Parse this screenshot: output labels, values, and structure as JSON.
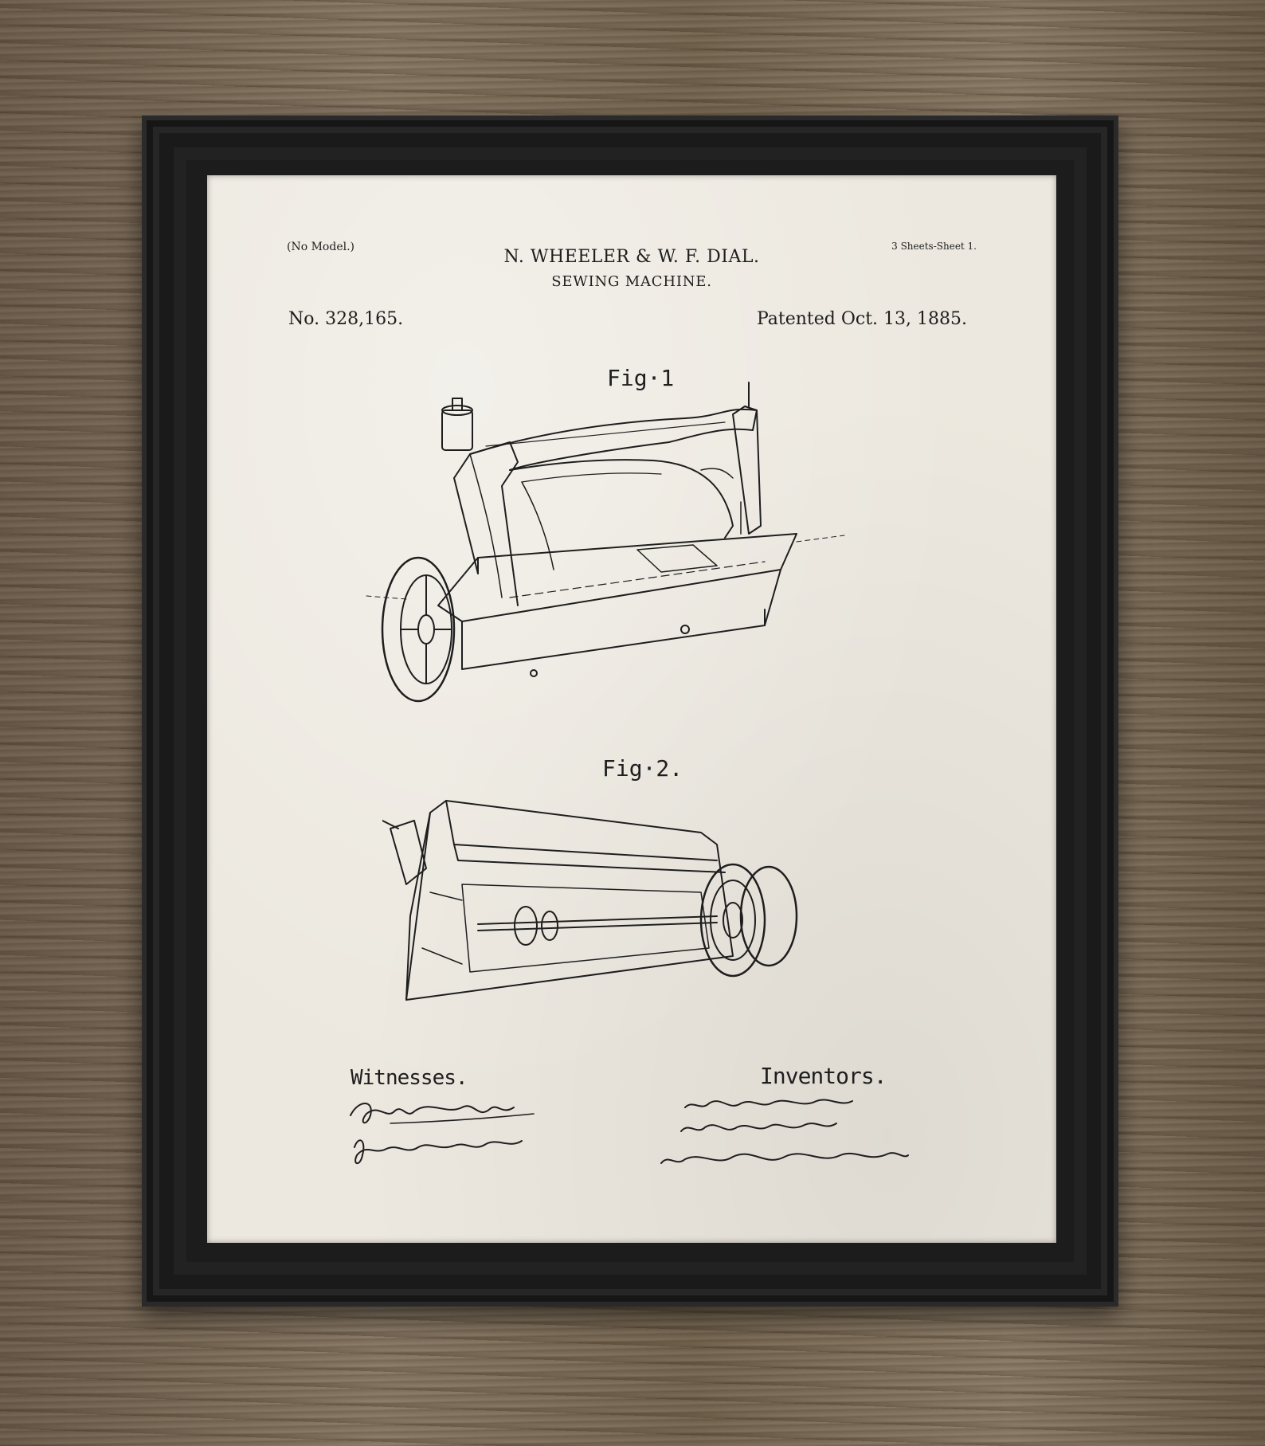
{
  "patent": {
    "model_note": "(No Model.)",
    "sheet_note": "3 Sheets-Sheet 1.",
    "inventors_header": "N. WHEELER & W. F. DIAL.",
    "invention": "SEWING MACHINE.",
    "number": "No. 328,165.",
    "date": "Patented Oct. 13, 1885.",
    "fig1_label": "Fig·1",
    "fig2_label": "Fig·2.",
    "witnesses_label": "Witnesses.",
    "inventors_label": "Inventors."
  },
  "colors": {
    "frame": "#1c1c1c",
    "paper": "#ece8df",
    "ink": "#1e1e1e",
    "wood": "#7a6a57"
  }
}
